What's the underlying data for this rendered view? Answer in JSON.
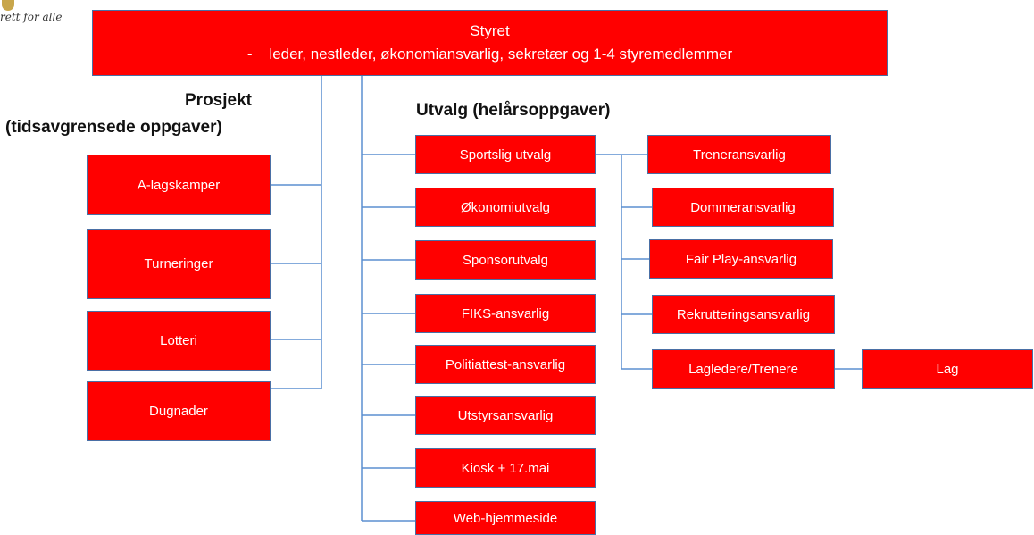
{
  "logo": {
    "text": "rett for alle"
  },
  "styret": {
    "title": "Styret",
    "subtitle": "-    leder, nestleder, økonomiansvarlig, sekretær og 1-4 styremedlemmer"
  },
  "prosjekt": {
    "heading_line1": "Prosjekt",
    "heading_line2": "(tidsavgrensede oppgaver)",
    "items": [
      "A-lagskamper",
      "Turneringer",
      "Lotteri",
      "Dugnader"
    ]
  },
  "utvalg": {
    "heading": "Utvalg (helårsoppgaver)",
    "items": [
      "Sportslig utvalg",
      "Økonomiutvalg",
      "Sponsorutvalg",
      "FIKS-ansvarlig",
      "Politiattest-ansvarlig",
      "Utstyrsansvarlig",
      "Kiosk + 17.mai",
      "Web-hjemmeside"
    ]
  },
  "sportslig": {
    "items": [
      "Treneransvarlig",
      "Dommeransvarlig",
      "Fair Play-ansvarlig",
      "Rekrutteringsansvarlig",
      "Lagledere/Trenere"
    ]
  },
  "lag": {
    "label": "Lag"
  },
  "colors": {
    "box_fill": "#ff0000",
    "box_border": "#4a6fa5",
    "connector": "#5b8fd0",
    "text_on_box": "#ffffff"
  }
}
